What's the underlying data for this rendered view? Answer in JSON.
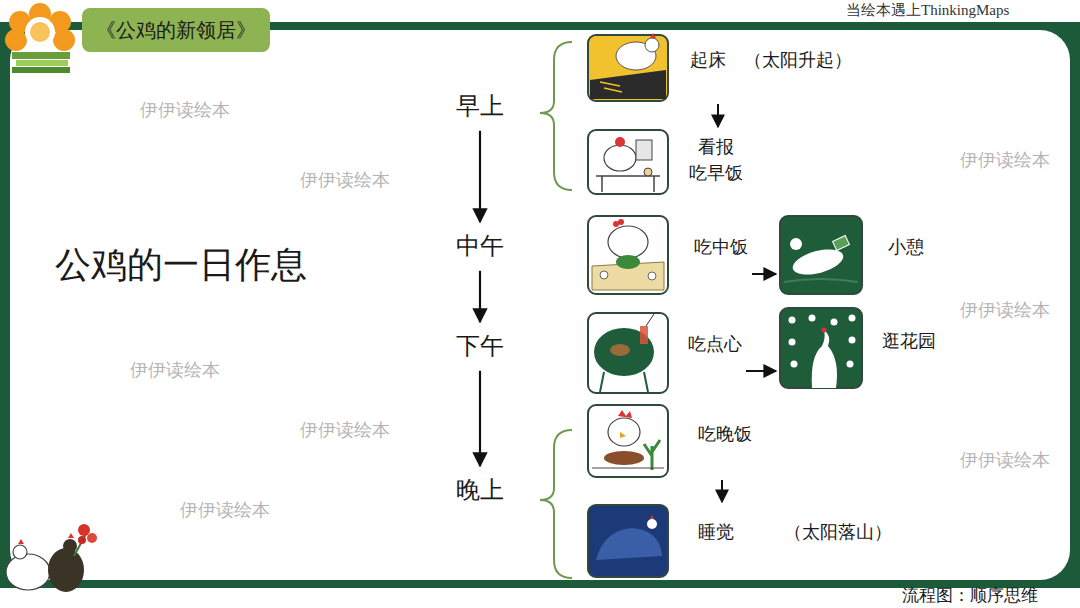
{
  "diagram": {
    "title": "公鸡的一日作息",
    "nodes": [
      {
        "text": [
          "早上"
        ]
      },
      {
        "text": [
          "起床",
          "（太阳升起）"
        ]
      },
      {
        "text": [
          "看报 吃早饭"
        ]
      },
      {
        "text": [
          "中午"
        ]
      },
      {
        "text": [
          "吃中饭"
        ]
      },
      {
        "text": [
          "小憩"
        ]
      },
      {
        "text": [
          "下午"
        ]
      },
      {
        "text": [
          "吃点心"
        ]
      },
      {
        "text": [
          "逛花园"
        ]
      },
      {
        "text": [
          "晚上"
        ]
      },
      {
        "text": [
          "吃晚饭"
        ]
      },
      {
        "text": [
          "睡觉",
          "（太阳落山）"
        ]
      }
    ],
    "edges": [
      {
        "from": 0,
        "to": 3,
        "arrow": "to"
      },
      {
        "from": 3,
        "to": 6,
        "arrow": "to"
      },
      {
        "from": 6,
        "to": 9,
        "arrow": "to"
      },
      {
        "from": 1,
        "to": 2,
        "arrow": "to"
      },
      {
        "from": 4,
        "to": 5,
        "arrow": "to"
      },
      {
        "from": 7,
        "to": 8,
        "arrow": "to"
      },
      {
        "from": 10,
        "to": 11,
        "arrow": "to"
      }
    ],
    "labels": [
      "《公鸡的新领居》",
      "当绘本遇上ThinkingMaps",
      "流程图：顺序思维",
      "伊伊读绘本",
      "伊伊读绘本",
      "伊伊读绘本",
      "伊伊读绘本",
      "伊伊读绘本",
      "伊伊读绘本",
      "伊伊读绘本",
      "伊伊读绘本"
    ]
  }
}
